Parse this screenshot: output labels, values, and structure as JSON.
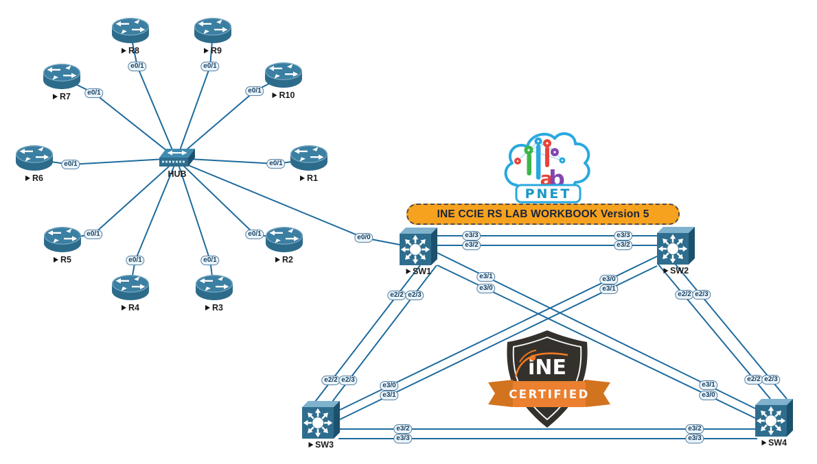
{
  "title_banner": {
    "text": "INE CCIE RS LAB WORKBOOK Version 5"
  },
  "pnet_logo": {
    "lab_letters": [
      {
        "ch": "l",
        "color": "#3cb54b"
      },
      {
        "ch": "a",
        "color": "#e8443b"
      },
      {
        "ch": "b",
        "color": "#8347ad"
      }
    ],
    "wordmark": "PNET"
  },
  "certified_badge": {
    "brand": "iNE",
    "ribbon": "CERTIFIED"
  },
  "nodes": {
    "hub": {
      "label": "HUB"
    },
    "routers": [
      {
        "label": "R1"
      },
      {
        "label": "R2"
      },
      {
        "label": "R3"
      },
      {
        "label": "R4"
      },
      {
        "label": "R5"
      },
      {
        "label": "R6"
      },
      {
        "label": "R7"
      },
      {
        "label": "R8"
      },
      {
        "label": "R9"
      },
      {
        "label": "R10"
      }
    ],
    "switches": [
      {
        "label": "SW1"
      },
      {
        "label": "SW2"
      },
      {
        "label": "SW3"
      },
      {
        "label": "SW4"
      }
    ]
  },
  "links": {
    "hub_r1": {
      "iface": "e0/1"
    },
    "hub_r2": {
      "iface": "e0/1"
    },
    "hub_r3": {
      "iface": "e0/1"
    },
    "hub_r4": {
      "iface": "e0/1"
    },
    "hub_r5": {
      "iface": "e0/1"
    },
    "hub_r6": {
      "iface": "e0/1"
    },
    "hub_r7": {
      "iface": "e0/1"
    },
    "hub_r8": {
      "iface": "e0/1"
    },
    "hub_r9": {
      "iface": "e0/1"
    },
    "hub_r10": {
      "iface": "e0/1"
    },
    "hub_sw1": {
      "iface": "e0/0"
    },
    "sw1_sw2": {
      "sw1_side": [
        "e3/3",
        "e3/2"
      ],
      "sw2_side": [
        "e3/3",
        "e3/2"
      ]
    },
    "sw1_sw3": {
      "sw1_side": [
        "e2/2",
        "e2/3"
      ],
      "sw3_side": [
        "e2/2",
        "e2/3"
      ]
    },
    "sw1_sw4": {
      "sw1_side": [
        "e3/1",
        "e3/0"
      ],
      "sw4_side": [
        "e3/1",
        "e3/0"
      ]
    },
    "sw2_sw3": {
      "sw2_side": [
        "e3/0",
        "e3/1"
      ],
      "sw3_side": [
        "e3/0",
        "e3/1"
      ]
    },
    "sw2_sw4": {
      "sw2_side": [
        "e2/2",
        "e2/3"
      ],
      "sw4_side": [
        "e2/2",
        "e2/3"
      ]
    },
    "sw3_sw4": {
      "sw3_side": [
        "e3/2",
        "e3/3"
      ],
      "sw4_side": [
        "e3/2",
        "e3/3"
      ]
    }
  },
  "colors": {
    "link": "#1d6a9e",
    "node_fill": "#2e6d8e",
    "pill_bg": "#eaf4fb",
    "pill_border": "#557e9f",
    "pill_text": "#173f5f",
    "banner_bg": "#f7a21e",
    "badge_dark": "#34312d",
    "badge_orange": "#ea8030",
    "logo_teal": "#29a8df"
  }
}
